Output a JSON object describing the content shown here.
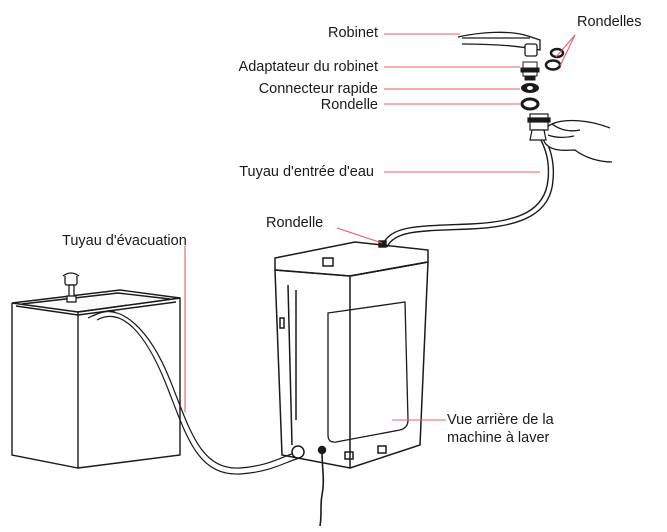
{
  "labels": {
    "tap": "Robinet",
    "washers_top": "Rondelles",
    "tap_adapter": "Adaptateur du robinet",
    "quick_connector": "Connecteur rapide",
    "washer_connector": "Rondelle",
    "inlet_hose": "Tuyau d'entrée d'eau",
    "washer_machine": "Rondelle",
    "drain_hose": "Tuyau d'évacuation",
    "rear_view_line1": "Vue arrière de la",
    "rear_view_line2": "machine à laver"
  },
  "colors": {
    "leader": "#e0606a",
    "stroke": "#1a1a1a"
  }
}
